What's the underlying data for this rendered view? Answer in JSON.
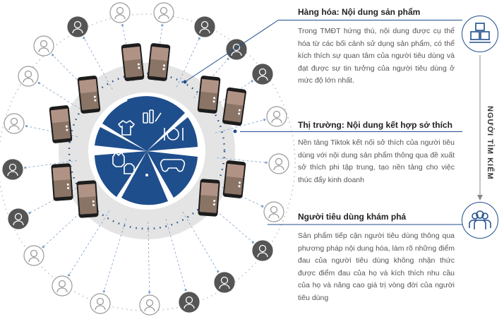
{
  "sections": [
    {
      "title": "Hàng hóa: Nội dung sản phẩm",
      "body": "Trong TMĐT hứng thú, nội dung được cụ thể hóa từ các bối cảnh sử dụng sản phẩm, có thể kích thích sự quan tâm của người tiêu dùng và đạt được sự tin tưởng của người tiêu dùng ở mức độ lớn nhất."
    },
    {
      "title": "Thị trường: Nội dung kết hợp sở thích",
      "body": "Nền tảng Tiktok kết nối sở thích của người tiêu dùng với nội dung sản phẩm thông qua đề xuất sở thích phi tập trung, tạo nền tảng cho việc thúc đẩy kinh doanh"
    },
    {
      "title": "Người tiêu dùng khám phá",
      "body": "Sản phẩm tiếp cận người tiêu dùng thông qua phương pháp nội dung hóa, làm rõ những điểm đau của người tiêu dùng không nhận thức được điểm đau của họ và kích thích nhu cầu của họ và nâng cao giá trị vòng đời của người tiêu dùng"
    }
  ],
  "side_label": "NGƯỜI TÌM KIẾM",
  "icons": {
    "top": "package-boxes-icon",
    "bottom": "people-group-icon",
    "hub": [
      "clothing-icon",
      "cosmetics-icon",
      "food-plate-icon",
      "gamepad-icon",
      "pet-icon",
      "shirt-icon"
    ]
  },
  "colors": {
    "primary": "#1f4e8c",
    "hub_ring": "#dfdfdf",
    "outer_avatars": "#9a9a9a",
    "dark_avatars": "#555555"
  }
}
